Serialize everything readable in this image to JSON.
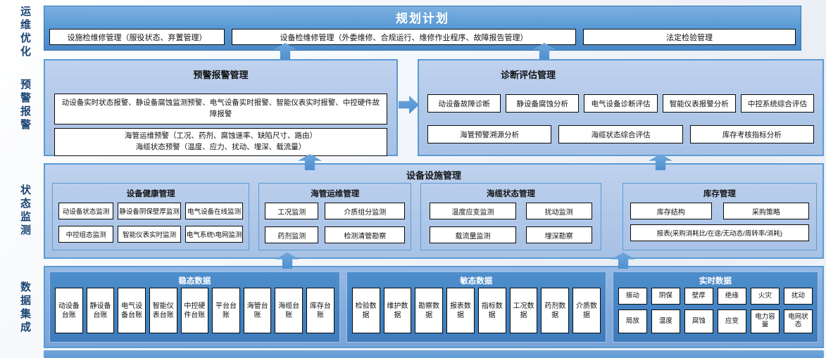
{
  "colors": {
    "accent": "#5B9BD5",
    "border_dark": "#2E75B6",
    "layer_light_bg": "#B0C8E8",
    "group_dark_bg": "#4382C2",
    "rail_text": "#1C4473",
    "box_bg": "#FFFFFF",
    "box_border": "#0A0A0A"
  },
  "rail": {
    "labels": [
      "运维优化",
      "预警报警",
      "状态监测",
      "数据集成"
    ]
  },
  "planning": {
    "title": "规划计划",
    "items": [
      "设施检维修管理（服役状态、弃置管理）",
      "设备检维修管理（外委维修、合规运行、维修作业程序、故障报告管理）",
      "法定检验管理"
    ]
  },
  "alarm": {
    "title": "预警报警管理",
    "box1": "动设备实时状态报警、静设备腐蚀监测预警、电气设备实时报警、智能仪表实时报警、中控硬件故障报警",
    "box2": "海管运维预警（工况、药剂、腐蚀速率、缺陷尺寸、路由）\n海缆状态预警（温度、应力、扰动、埋深、载流量）"
  },
  "diagnosis": {
    "title": "诊断评估管理",
    "row1": [
      "动设备故障诊断",
      "静设备腐蚀分析",
      "电气设备诊断评估",
      "智能仪表报警分析",
      "中控系统综合评估"
    ],
    "row2": [
      "海管预警溯源分析",
      "海缆状态综合评估",
      "库存考核指标分析"
    ]
  },
  "facility": {
    "title": "设备设施管理",
    "groups": [
      {
        "title": "设备健康管理",
        "items": [
          "动设备状态监测",
          "静设备阴保壁厚监测",
          "电气设备在线监测",
          "中控组态监测",
          "智能仪表实时监测",
          "电气系统\\电网监测"
        ]
      },
      {
        "title": "海管运维管理",
        "items": [
          "工况监测",
          "介质组分监测",
          "药剂监测",
          "检测清管勘察"
        ]
      },
      {
        "title": "海缆状态管理",
        "items": [
          "温度应变监测",
          "扰动监测",
          "载流量监测",
          "埋深勘察"
        ]
      },
      {
        "title": "库存管理",
        "items": [
          "库存结构",
          "采购策略"
        ],
        "wide": "报表(采购消耗比/在途/无动态/周转率/消耗)"
      }
    ]
  },
  "data_layer": {
    "groups": [
      {
        "title": "稳态数据",
        "items": [
          "动设备台账",
          "静设备台账",
          "电气设备台账",
          "智能仪表台账",
          "中控硬件台账",
          "平台台账",
          "海管台账",
          "海缆台账",
          "库存台账"
        ]
      },
      {
        "title": "敏态数据",
        "items": [
          "检验数据",
          "维护数据",
          "勘察数据",
          "报表数据",
          "指标数据",
          "工况数据",
          "药剂数据",
          "介质数据"
        ]
      },
      {
        "title": "实时数据",
        "items": [
          "振动",
          "阴保",
          "壁厚",
          "绝缘",
          "火灾",
          "扰动",
          "局放",
          "温度",
          "腐蚀",
          "应变",
          "电力容量",
          "电网状态"
        ]
      }
    ]
  }
}
